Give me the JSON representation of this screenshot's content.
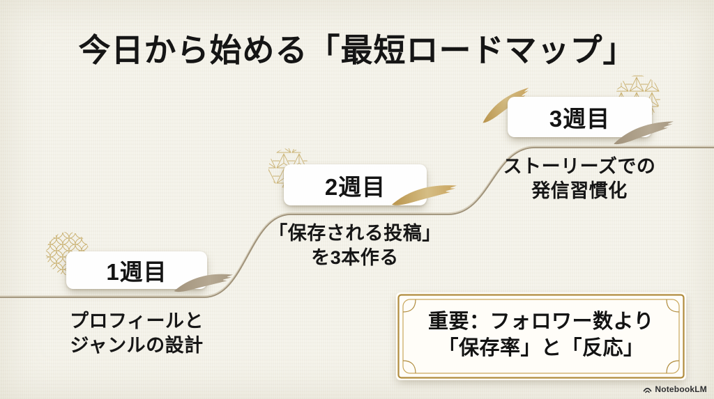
{
  "title": "今日から始める「最短ロードマップ」",
  "steps": [
    {
      "label": "1週目",
      "desc": [
        "プロフィールと",
        "ジャンルの設計"
      ]
    },
    {
      "label": "2週目",
      "desc": [
        "「保存される投稿」",
        "を3本作る"
      ]
    },
    {
      "label": "3週目",
      "desc": [
        "ストーリーズでの",
        "発信習慣化"
      ]
    }
  ],
  "important_note": {
    "line1": "重要：フォロワー数より",
    "line2": "「保存率」と「反応」"
  },
  "branding": {
    "name": "NotebookLM"
  },
  "palette": {
    "background": "#f3f1e8",
    "card_background": "#fefefe",
    "text": "#141414",
    "path_line_dark": "#9d9078",
    "path_line_light": "#d8d0bd",
    "brush_gold": "#c9a45e",
    "brush_taupe": "#aca08b",
    "pattern_gold": "#c3a75f",
    "frame_gold": "#b08c3e"
  }
}
